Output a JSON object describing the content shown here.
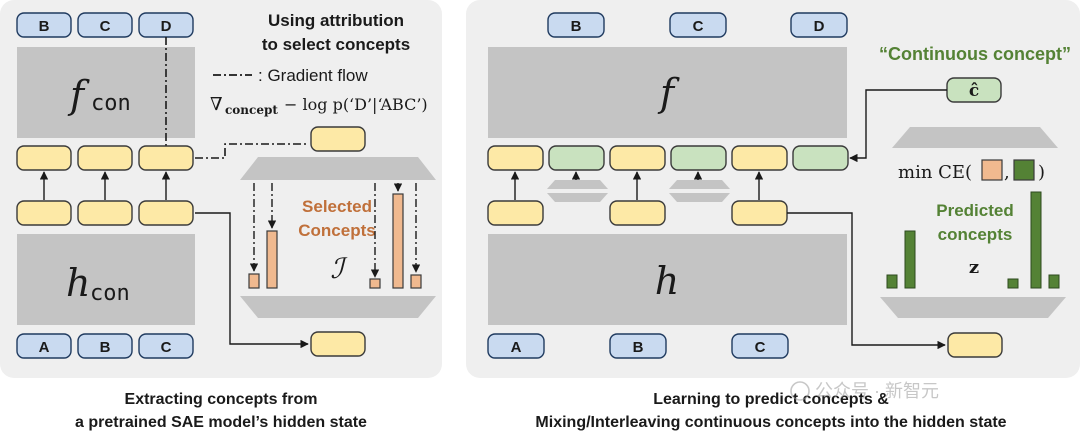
{
  "left_panel": {
    "top_tokens": [
      "B",
      "C",
      "D"
    ],
    "bottom_tokens": [
      "A",
      "B",
      "C"
    ],
    "top_block_label": "f",
    "top_block_sub": "con",
    "bottom_block_label": "h",
    "bottom_block_sub": "con",
    "heading_line1": "Using attribution",
    "heading_line2": "to select concepts",
    "legend_symbol": "- · -",
    "legend_text": ": Gradient flow",
    "formula_nabla": "∇",
    "formula_sub": "concept",
    "formula_rest": "− log p(‘D’|‘ABC’)",
    "selected_line1": "Selected",
    "selected_line2": "Concepts",
    "selected_symbol": "ℐ",
    "caption_line1": "Extracting concepts from",
    "caption_line2": "a pretrained SAE model’s hidden state"
  },
  "right_panel": {
    "top_tokens": [
      "B",
      "C",
      "D"
    ],
    "bottom_tokens": [
      "A",
      "B",
      "C"
    ],
    "top_block_label": "f",
    "bottom_block_label": "h",
    "continuous_concept": "“Continuous concept”",
    "c_hat": "ĉ",
    "ce_prefix": "min CE(",
    "ce_comma": ",",
    "ce_suffix": ")",
    "predicted_line1": "Predicted",
    "predicted_line2": "concepts",
    "z_label": "z",
    "caption_line1": "Learning to predict concepts &",
    "caption_line2": "Mixing/Interleaving continuous concepts into the hidden state"
  },
  "watermark": "公众号 · 新智元",
  "colors": {
    "panel_bg": "#efefef",
    "block_gray": "#c4c4c4",
    "token_blue": "#c9daf0",
    "hidden_yellow": "#fde9a6",
    "concept_green": "#c9e2bf",
    "bar_orange": "#f0b98f",
    "bar_green": "#548235",
    "selected_text": "#c0703a",
    "green_text": "#548235"
  }
}
